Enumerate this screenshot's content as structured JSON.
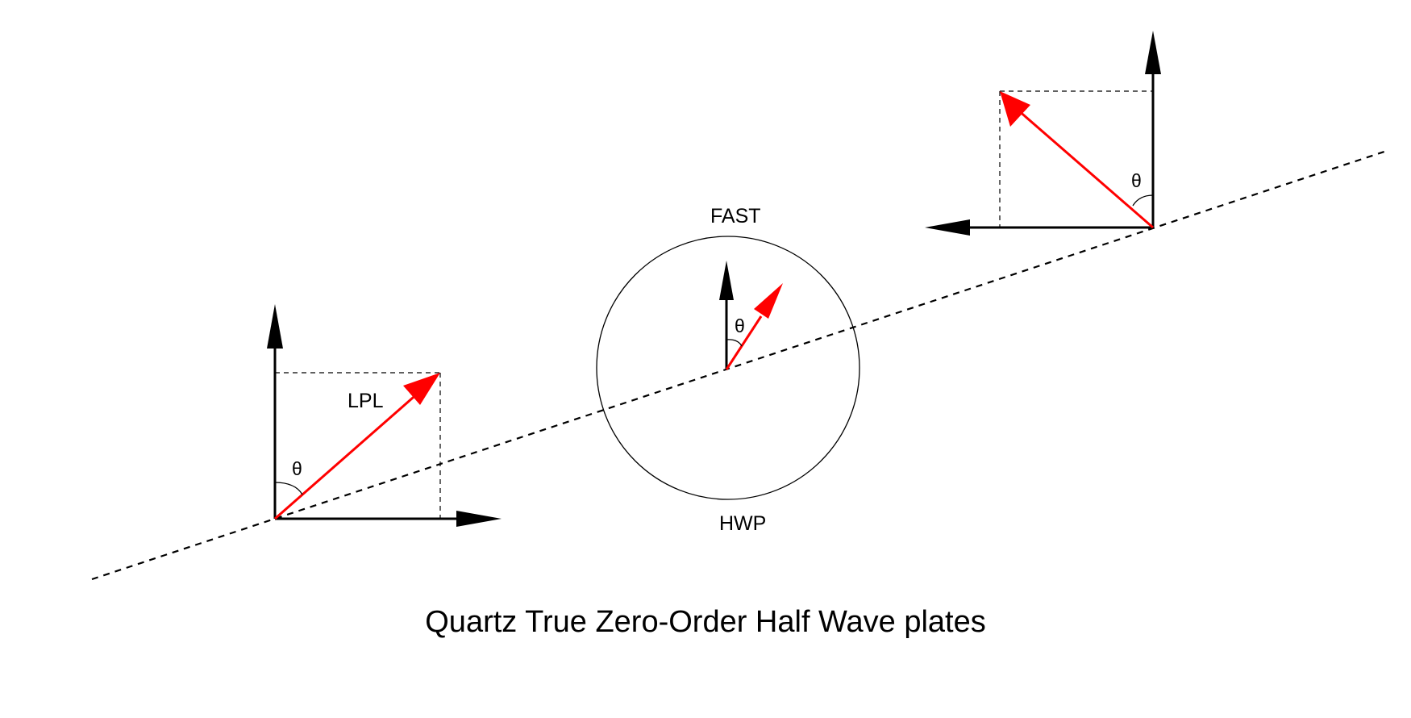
{
  "labels": {
    "lpl": "LPL",
    "fast": "FAST",
    "hwp": "HWP",
    "theta_left": "θ",
    "theta_center": "θ",
    "theta_right": "θ"
  },
  "caption": "Quartz True Zero-Order Half Wave plates",
  "colors": {
    "axis": "#000000",
    "polarization": "#ff0000",
    "guide": "#000000",
    "background": "#ffffff"
  }
}
